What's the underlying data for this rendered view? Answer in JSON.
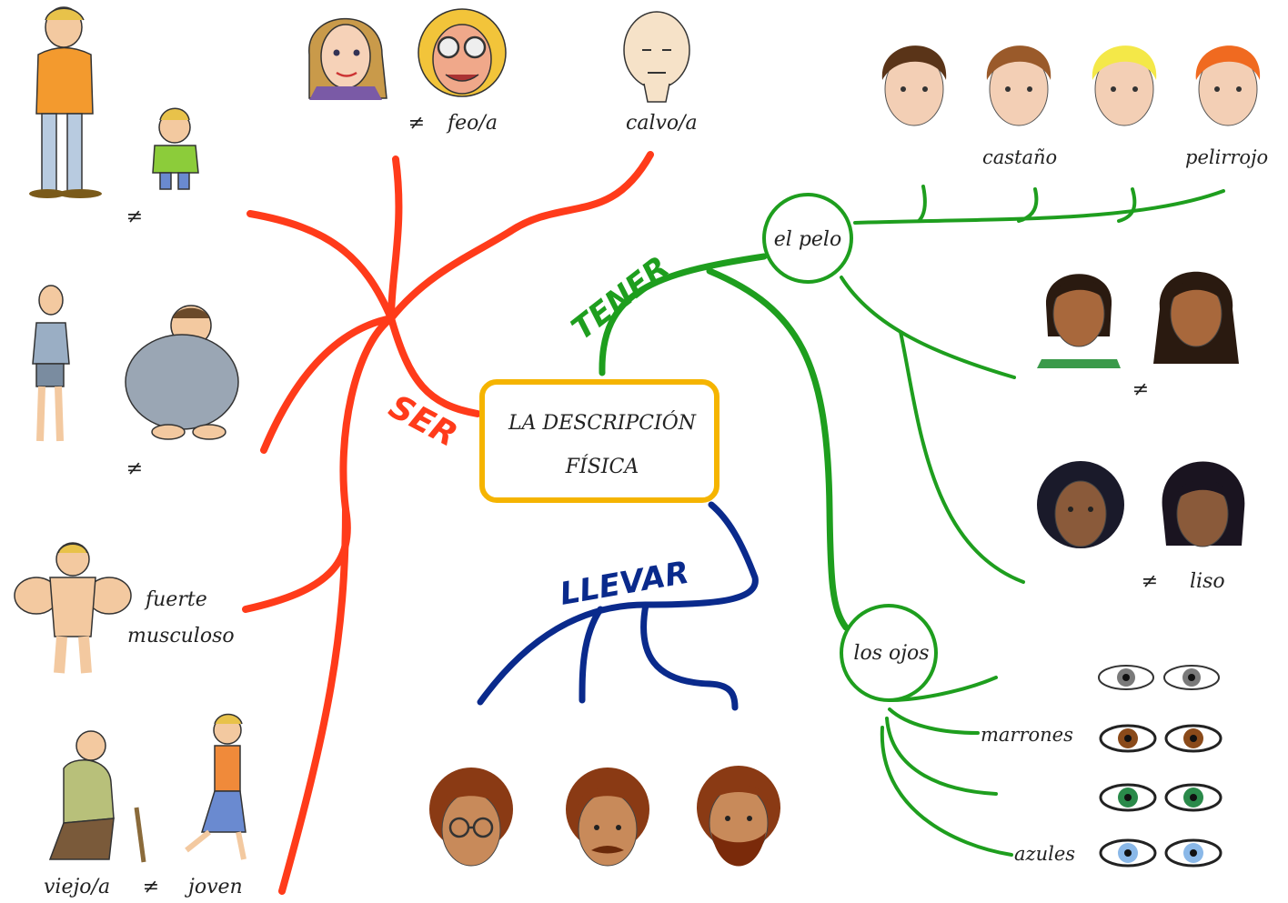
{
  "center": {
    "line1": "LA DESCRIPCIÓN",
    "line2": "FÍSICA"
  },
  "verbs": {
    "ser": "SER",
    "tener": "TENER",
    "llevar": "LLEVAR"
  },
  "nodes": {
    "pelo": "el pelo",
    "ojos": "los ojos"
  },
  "labels": {
    "ne_top": "≠",
    "feo": "feo/a",
    "calvo": "calvo/a",
    "ne_tall": "≠",
    "ne_thin": "≠",
    "fuerte": "fuerte",
    "musculoso": "musculoso",
    "viejo": "viejo/a",
    "ne_age": "≠",
    "joven": "joven",
    "castano": "castaño",
    "pelirrojo": "pelirrojo",
    "ne_hair": "≠",
    "ne_liso": "≠",
    "liso": "liso",
    "marrones": "marrones",
    "azules": "azules"
  },
  "colors": {
    "ser": "#ff3b1a",
    "tener": "#1e9e1e",
    "llevar": "#0a2a8c",
    "center_border": "#f5b400",
    "skin": "#f3c9a0",
    "skin_dark": "#8a5a3a"
  },
  "icons": [
    "person-tall-icon",
    "person-short-icon",
    "person-thin-icon",
    "person-fat-icon",
    "person-muscular-icon",
    "old-man-icon",
    "young-boy-icon",
    "pretty-woman-face-icon",
    "ugly-face-icon",
    "bald-face-icon",
    "brown-hair-face-icon",
    "red-hair-face-icon",
    "blond-face-icon",
    "curly-hair-face-icon",
    "straight-hair-face-icon",
    "eyes-gray-icon",
    "eyes-brown-icon",
    "eyes-green-icon",
    "eyes-blue-icon",
    "glasses-face-icon",
    "mustache-face-icon",
    "beard-face-icon"
  ]
}
